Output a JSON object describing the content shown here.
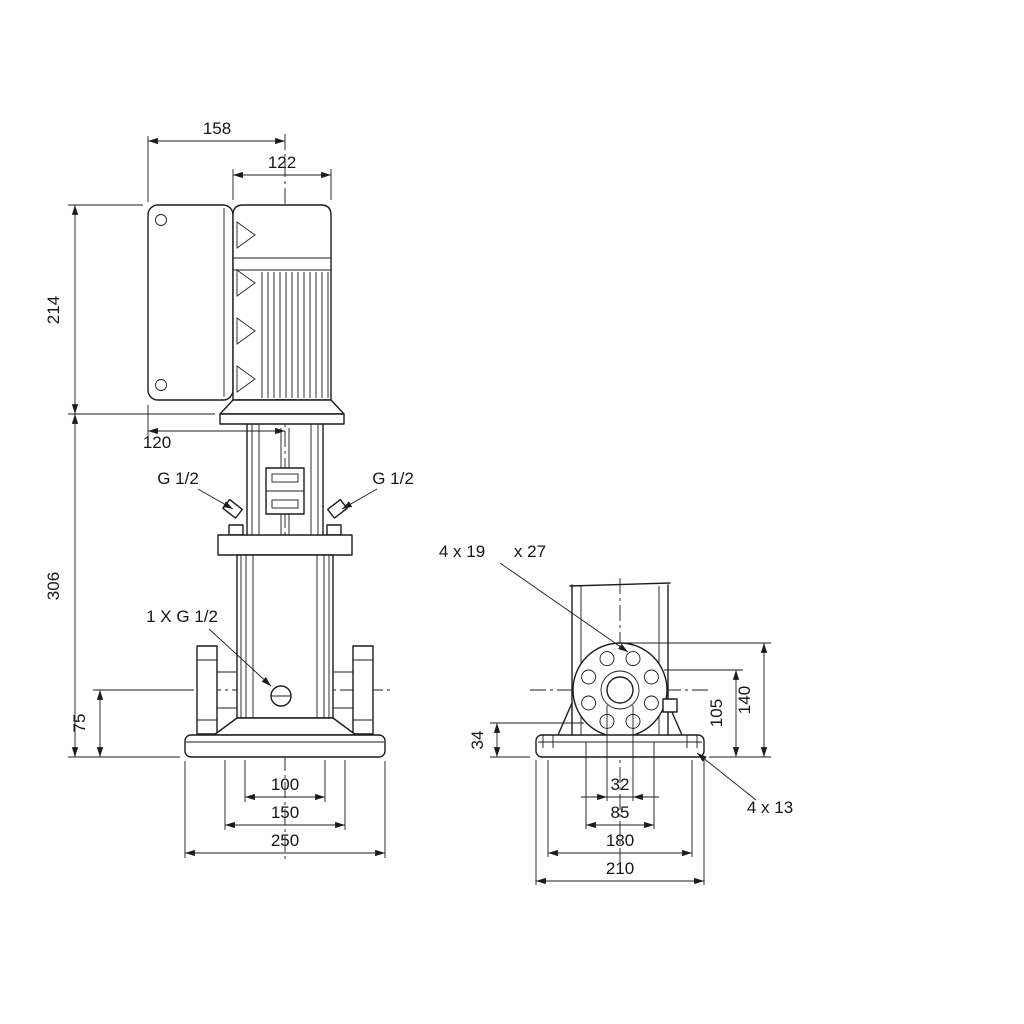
{
  "style": {
    "background": "#ffffff",
    "line_color": "#1c1c1c"
  },
  "front_view": {
    "dims": {
      "total_width": "158",
      "motor_width": "122",
      "motor_height": "214",
      "terminal_box_depth": "120",
      "pump_height": "306",
      "port_center_height": "75",
      "base_bolt_span": "100",
      "base_mid_width": "150",
      "base_width": "250"
    },
    "labels": {
      "left_plug": "G 1/2",
      "right_plug": "G 1/2",
      "drain_plug": "1 X G 1/2"
    }
  },
  "side_view": {
    "dims": {
      "flange_bottom_height": "34",
      "flange_dim_a": "105",
      "flange_dim_b": "140",
      "port_bore": "32",
      "bolt_circle": "85",
      "base_bolt_span": "180",
      "base_depth": "210"
    },
    "labels": {
      "flange_holes": "4 x 19",
      "flange_slots": "x 27",
      "base_holes": "4 x 13"
    }
  }
}
